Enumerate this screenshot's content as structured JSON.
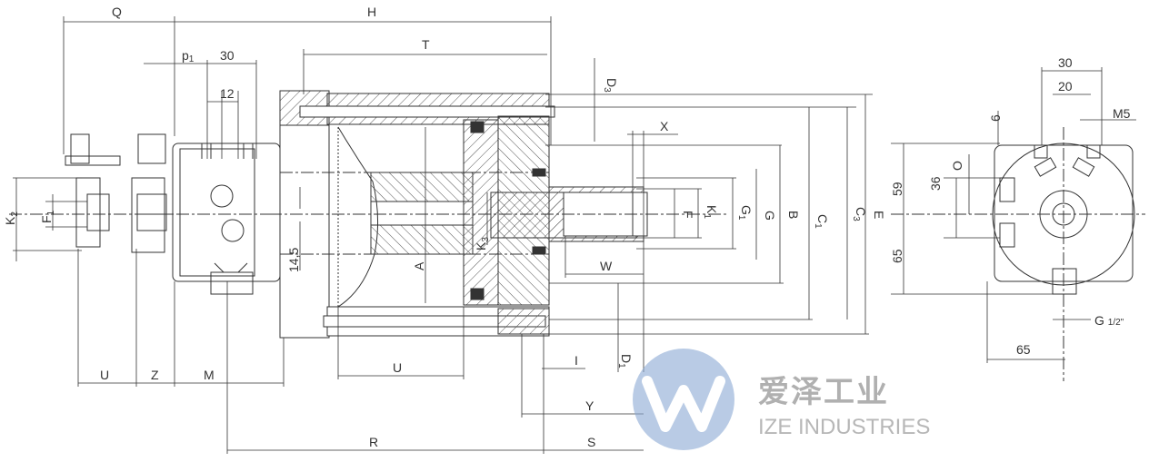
{
  "labels": {
    "Q": "Q",
    "H": "H",
    "T": "T",
    "p1": "p",
    "p1_sub": "1",
    "d30a": "30",
    "d12": "12",
    "D3": "D",
    "D3_sub": "3",
    "X": "X",
    "K2": "K",
    "K2_sub": "2",
    "F1": "F",
    "F1_sub": "1",
    "F": "F",
    "K1": "K",
    "K1_sub": "1",
    "G1": "G",
    "G1_sub": "1",
    "G": "G",
    "B": "B",
    "C1": "C",
    "C1_sub": "1",
    "C3": "C",
    "C3_sub": "3",
    "E": "E",
    "d14_5": "14,5",
    "A": "A",
    "K3": "K",
    "K3_sub": "3",
    "W": "W",
    "U_left": "U",
    "Z": "Z",
    "M": "M",
    "U_mid": "U",
    "I": "I",
    "D1": "D",
    "D1_sub": "1",
    "Y": "Y",
    "R": "R",
    "S": "S",
    "d30b": "30",
    "d20": "20",
    "d6": "6",
    "M5": "M5",
    "O": "O",
    "d36": "36",
    "d59": "59",
    "d65_v": "65",
    "G_half": "G ",
    "G_half_frac": "1/2\"",
    "d65_h": "65"
  },
  "watermark": {
    "cn": "爱泽工业",
    "en": "IZE INDUSTRIES"
  },
  "colors": {
    "line": "#333333",
    "hatch": "#555555",
    "logo": "#8aa9d4",
    "wm_text": "#b7b7b7"
  }
}
